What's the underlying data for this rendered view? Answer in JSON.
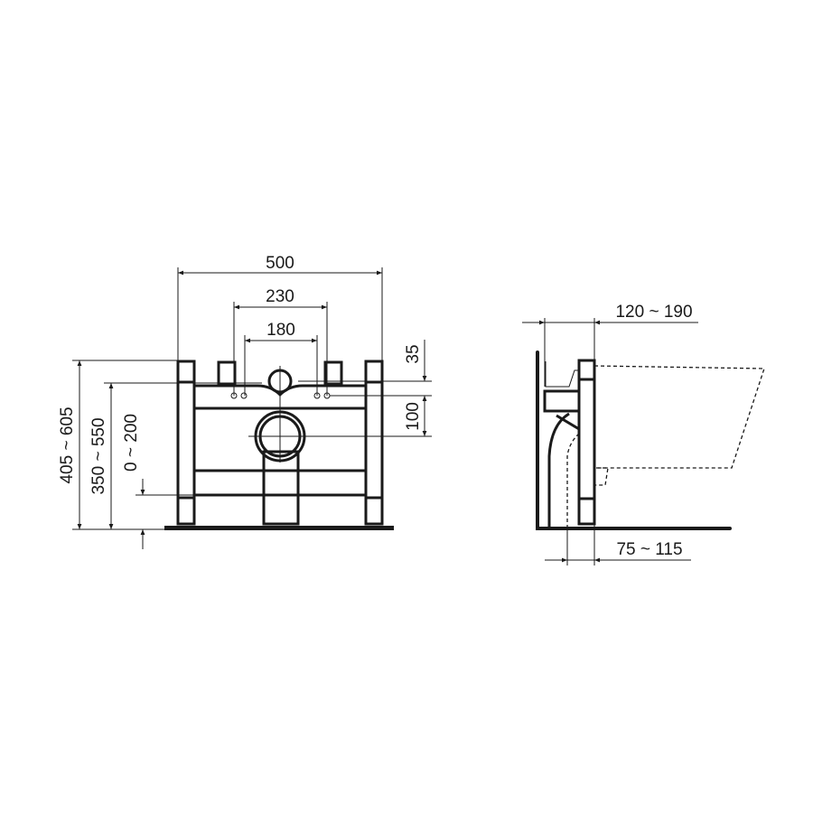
{
  "front_view": {
    "dimensions": {
      "overall_width": "500",
      "bracket_spacing": "230",
      "fixing_spacing": "180",
      "top_offset": "35",
      "pipe_offset": "100",
      "total_height": "405 ~ 605",
      "fixing_height": "350 ~ 550",
      "leg_adjust": "0 ~ 200"
    }
  },
  "side_view": {
    "dimensions": {
      "depth": "120 ~ 190",
      "wall_distance": "75 ~ 115"
    }
  },
  "colors": {
    "line": "#1a1a1a",
    "background": "#ffffff"
  }
}
